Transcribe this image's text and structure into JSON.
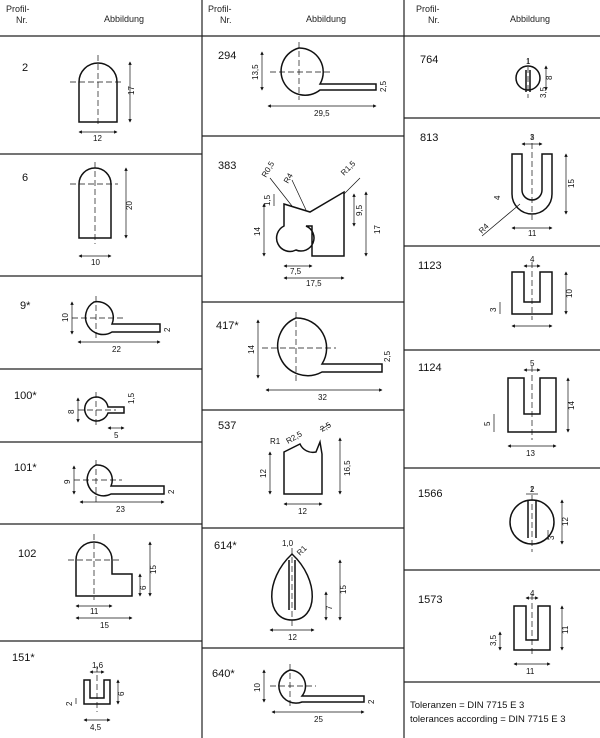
{
  "header": {
    "col1_profil": "Profil-",
    "col1_nr": "Nr.",
    "col1_abb": "Abbildung",
    "col2_profil": "Profil-",
    "col2_nr": "Nr.",
    "col2_abb": "Abbildung",
    "col3_profil": "Profil-",
    "col3_nr": "Nr.",
    "col3_abb": "Abbildung"
  },
  "profiles": {
    "p2": "2",
    "p6": "6",
    "p9": "9*",
    "p100": "100*",
    "p101": "101*",
    "p102": "102",
    "p151": "151*",
    "p294": "294",
    "p383": "383",
    "p417": "417*",
    "p537": "537",
    "p614": "614*",
    "p640": "640*",
    "p764": "764",
    "p813": "813",
    "p1123": "1123",
    "p1124": "1124",
    "p1566": "1566",
    "p1573": "1573"
  },
  "dims": {
    "d2_w": "12",
    "d2_h": "17",
    "d6_w": "10",
    "d6_h": "20",
    "d9_h": "10",
    "d9_w": "22",
    "d9_t": "2",
    "d100_h": "8",
    "d100_w": "5",
    "d100_t": "1,5",
    "d101_h": "9",
    "d101_w": "23",
    "d101_t": "2",
    "d102_w1": "11",
    "d102_w2": "15",
    "d102_h1": "6",
    "d102_h2": "15",
    "d151_top": "1,6",
    "d151_h": "6",
    "d151_t": "2",
    "d151_w": "4,5",
    "d294_h": "13,5",
    "d294_t": "2,5",
    "d294_w": "29,5",
    "d383_r1": "R0,5",
    "d383_r2": "R4",
    "d383_r3": "R1,5",
    "d383_a": "1,5",
    "d383_b": "14",
    "d383_c": "9,5",
    "d383_d": "17",
    "d383_e": "7,5",
    "d383_f": "17,5",
    "d417_h": "14",
    "d417_t": "2,5",
    "d417_w": "32",
    "d537_r1": "R1",
    "d537_r2": "R2,5",
    "d537_r3": "2,5",
    "d537_h1": "12",
    "d537_h2": "16,5",
    "d537_w": "12",
    "d614_top": "1,0",
    "d614_r": "R1",
    "d614_h1": "7",
    "d614_h2": "15",
    "d614_w": "12",
    "d640_h": "10",
    "d640_t": "2",
    "d640_w": "25",
    "d764_a": "1",
    "d764_b": "8",
    "d764_c": "3,5",
    "d813_a": "3",
    "d813_b": "4",
    "d813_c": "15",
    "d813_d": "R4",
    "d813_e": "11",
    "d1123_a": "4",
    "d1123_b": "3",
    "d1123_c": "10",
    "d1124_a": "5",
    "d1124_b": "5",
    "d1124_c": "14",
    "d1124_d": "13",
    "d1566_a": "2",
    "d1566_b": "3",
    "d1566_c": "12",
    "d1573_a": "4",
    "d1573_b": "3,5",
    "d1573_c": "11",
    "d1573_d": "11"
  },
  "notes": {
    "line1": "Toleranzen = DIN 7715 E 3",
    "line2": "tolerances according = DIN 7715 E 3"
  }
}
